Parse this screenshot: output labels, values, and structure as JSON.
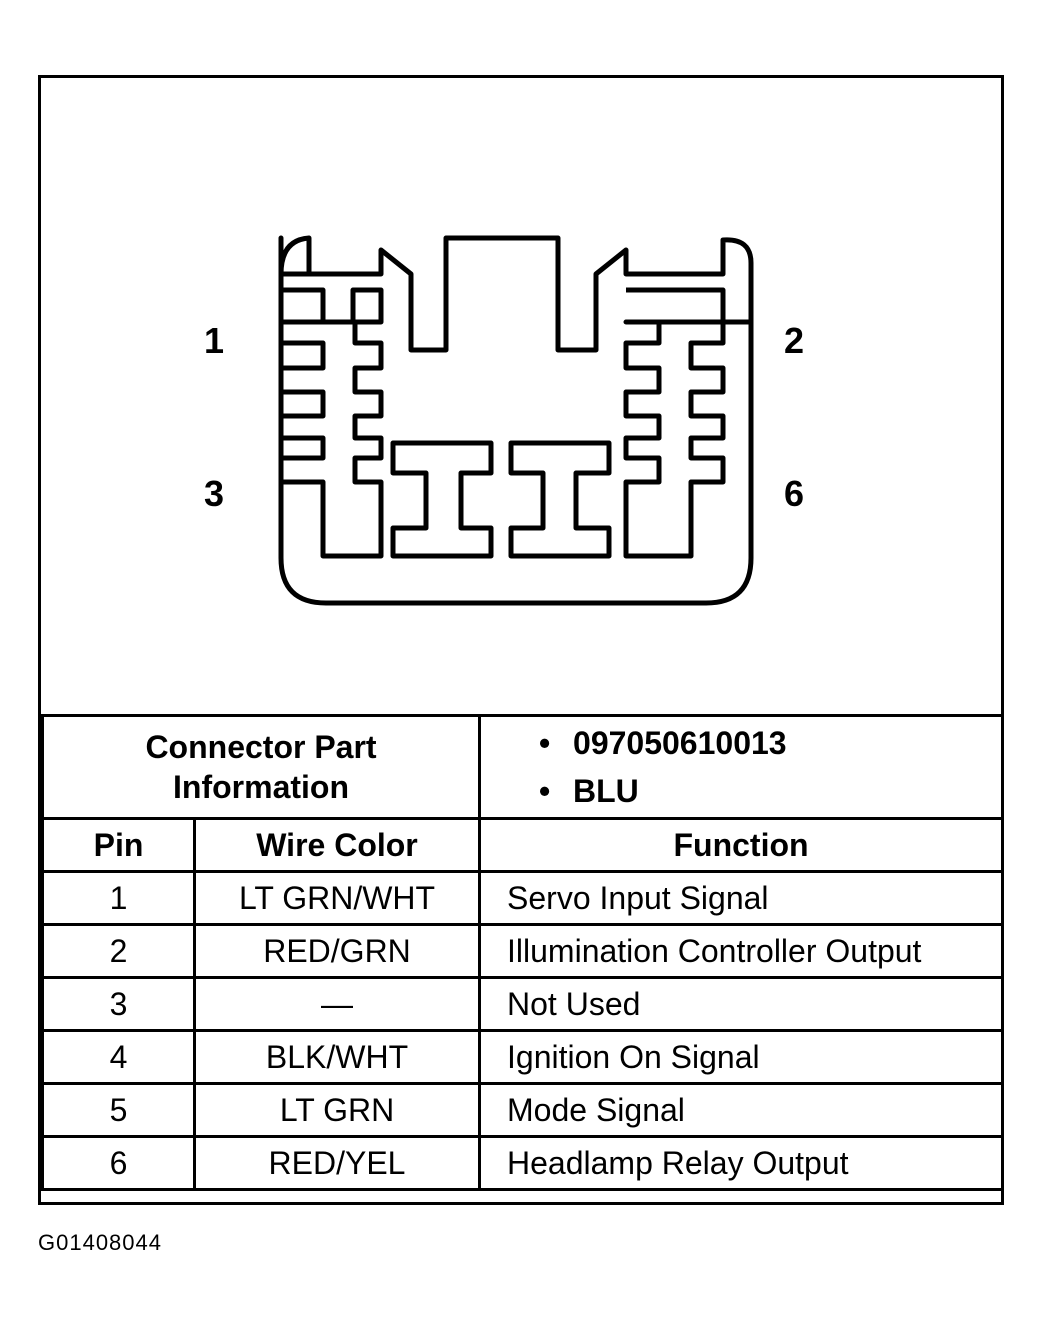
{
  "connector": {
    "pin_labels": {
      "top_left": "1",
      "top_right": "2",
      "bottom_left": "3",
      "bottom_right": "6"
    }
  },
  "table": {
    "part_info_label_line1": "Connector Part",
    "part_info_label_line2": "Information",
    "part_info_values": [
      "097050610013",
      "BLU"
    ],
    "headers": {
      "pin": "Pin",
      "wire_color": "Wire Color",
      "function": "Function"
    },
    "rows": [
      {
        "pin": "1",
        "wire_color": "LT GRN/WHT",
        "function": "Servo Input Signal"
      },
      {
        "pin": "2",
        "wire_color": "RED/GRN",
        "function": "Illumination Controller Output"
      },
      {
        "pin": "3",
        "wire_color": "—",
        "function": "Not Used"
      },
      {
        "pin": "4",
        "wire_color": "BLK/WHT",
        "function": "Ignition On Signal"
      },
      {
        "pin": "5",
        "wire_color": "LT GRN",
        "function": "Mode Signal"
      },
      {
        "pin": "6",
        "wire_color": "RED/YEL",
        "function": "Headlamp Relay Output"
      }
    ]
  },
  "figure_code": "G01408044"
}
